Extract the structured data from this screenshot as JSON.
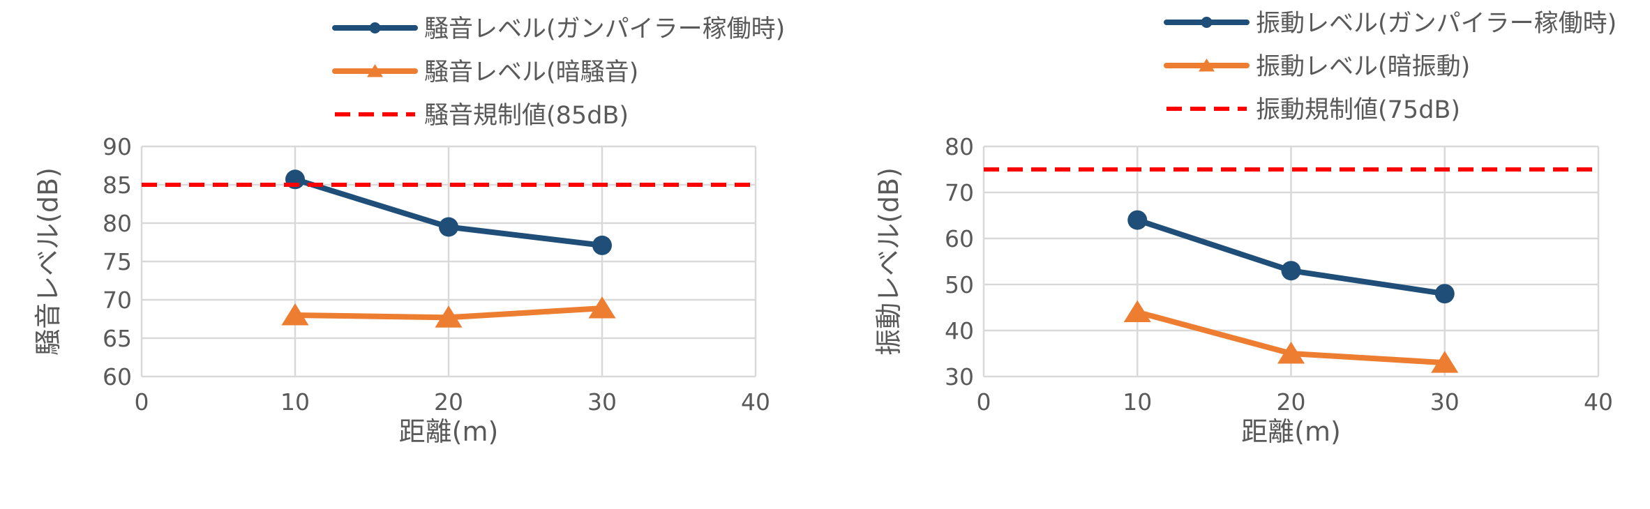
{
  "colors": {
    "noise_with": "#1f4e79",
    "bg_series": "#ed7d31",
    "limit": "#ff0000",
    "grid": "#d9d9d9",
    "text": "#595959"
  },
  "chart_data": [
    {
      "type": "line",
      "xlabel": "距離(m)",
      "ylabel": "騒音レベル(dB)",
      "xlim": [
        0,
        40
      ],
      "ylim": [
        60,
        90
      ],
      "xticks": [
        0,
        10,
        20,
        30,
        40
      ],
      "yticks": [
        60,
        65,
        70,
        75,
        80,
        85,
        90
      ],
      "grid": true,
      "legend_position": "top",
      "series": [
        {
          "name": "騒音レベル(ガンパイラー稼働時)",
          "marker": "circle",
          "style": "solid",
          "points": [
            [
              10,
              85.7
            ],
            [
              20,
              79.5
            ],
            [
              30,
              77.1
            ]
          ]
        },
        {
          "name": "騒音レベル(暗騒音)",
          "marker": "triangle",
          "style": "solid",
          "points": [
            [
              10,
              68.0
            ],
            [
              20,
              67.7
            ],
            [
              30,
              68.9
            ]
          ]
        },
        {
          "name": "騒音規制値(85dB)",
          "marker": "none",
          "style": "dashed",
          "points": [
            [
              0,
              85
            ],
            [
              40,
              85
            ]
          ]
        }
      ]
    },
    {
      "type": "line",
      "xlabel": "距離(m)",
      "ylabel": "振動レベル(dB)",
      "xlim": [
        0,
        40
      ],
      "ylim": [
        30,
        80
      ],
      "xticks": [
        0,
        10,
        20,
        30,
        40
      ],
      "yticks": [
        30,
        40,
        50,
        60,
        70,
        80
      ],
      "grid": true,
      "legend_position": "top",
      "series": [
        {
          "name": "振動レベル(ガンパイラー稼働時)",
          "marker": "circle",
          "style": "solid",
          "points": [
            [
              10,
              64.0
            ],
            [
              20,
              53.0
            ],
            [
              30,
              48.0
            ]
          ]
        },
        {
          "name": "振動レベル(暗振動)",
          "marker": "triangle",
          "style": "solid",
          "points": [
            [
              10,
              44.0
            ],
            [
              20,
              35.0
            ],
            [
              30,
              33.0
            ]
          ]
        },
        {
          "name": "振動規制値(75dB)",
          "marker": "none",
          "style": "dashed",
          "points": [
            [
              0,
              75
            ],
            [
              40,
              75
            ]
          ]
        }
      ]
    }
  ]
}
